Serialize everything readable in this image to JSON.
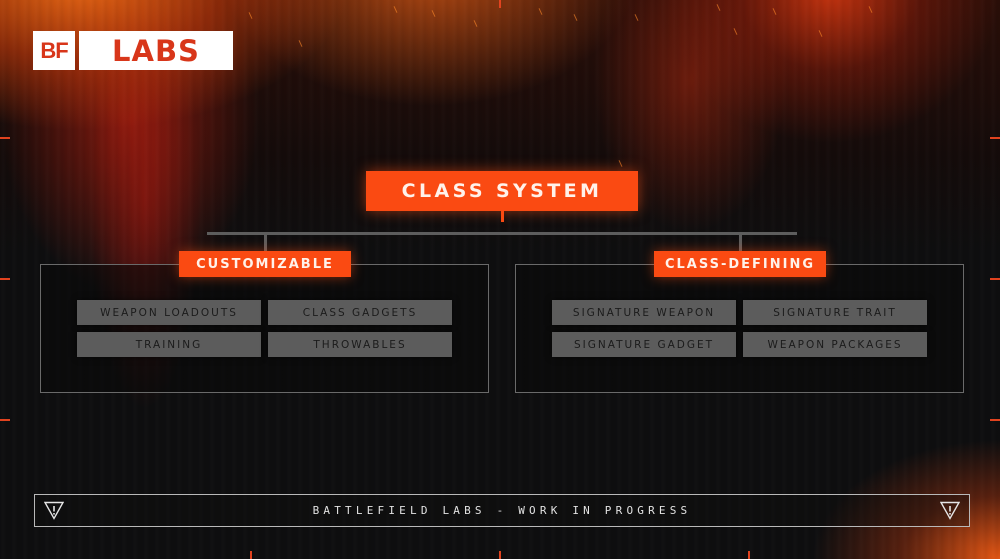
{
  "logo": {
    "prefix": "BF",
    "name": "LABS"
  },
  "diagram": {
    "title": "CLASS SYSTEM",
    "groups": [
      {
        "label": "CUSTOMIZABLE",
        "items": [
          "WEAPON LOADOUTS",
          "CLASS GADGETS",
          "TRAINING",
          "THROWABLES"
        ]
      },
      {
        "label": "CLASS-DEFINING",
        "items": [
          "SIGNATURE WEAPON",
          "SIGNATURE TRAIT",
          "SIGNATURE GADGET",
          "WEAPON PACKAGES"
        ]
      }
    ]
  },
  "footer": {
    "text": "BATTLEFIELD LABS - WORK IN PROGRESS",
    "left_icon": "warning-triangle-icon",
    "right_icon": "warning-triangle-icon"
  },
  "colors": {
    "accent": "#fa4a12",
    "chip_bg": "#5c5c5c",
    "chip_text": "#1b1b1b",
    "connector": "#5d5d5d",
    "background": "#0e0e0f",
    "tick": "#e1431f"
  }
}
